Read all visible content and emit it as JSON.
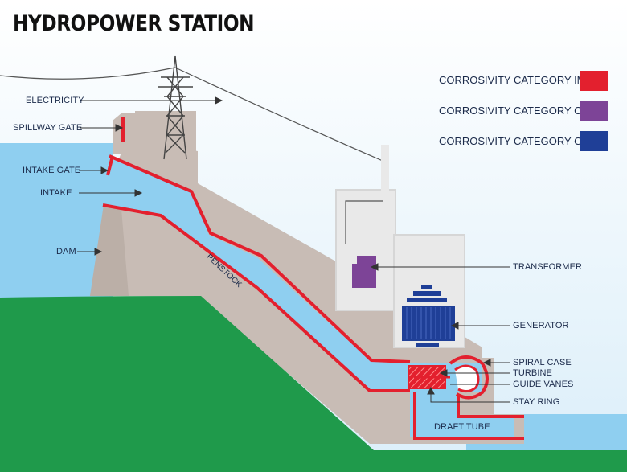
{
  "title": "HYDROPOWER STATION",
  "legend": [
    {
      "label": "CORROSIVITY CATEGORY IM1",
      "color": "#e3202e"
    },
    {
      "label": "CORROSIVITY CATEGORY C4",
      "color": "#7d4497"
    },
    {
      "label": "CORROSIVITY CATEGORY C2",
      "color": "#1f3f97"
    }
  ],
  "labels": {
    "electricity": "ELECTRICITY",
    "spillway_gate": "SPILLWAY GATE",
    "intake_gate": "INTAKE GATE",
    "intake": "INTAKE",
    "dam": "DAM",
    "penstock": "PENSTOCK",
    "transformer": "TRANSFORMER",
    "generator": "GENERATOR",
    "spiral_case": "SPIRAL CASE",
    "turbine": "TURBINE",
    "guide_vanes": "GUIDE VANES",
    "stay_ring": "STAY RING",
    "draft_tube": "DRAFT TUBE"
  },
  "colors": {
    "sky": "#dbeef9",
    "water": "#8fcff0",
    "ground": "#1f9a4b",
    "concrete": "#c8bcb5",
    "concrete_dark": "#aea29a",
    "building": "#e9e9e9",
    "im1_red": "#e3202e",
    "c4_purple": "#7d4497",
    "c2_blue": "#1f3f97"
  }
}
